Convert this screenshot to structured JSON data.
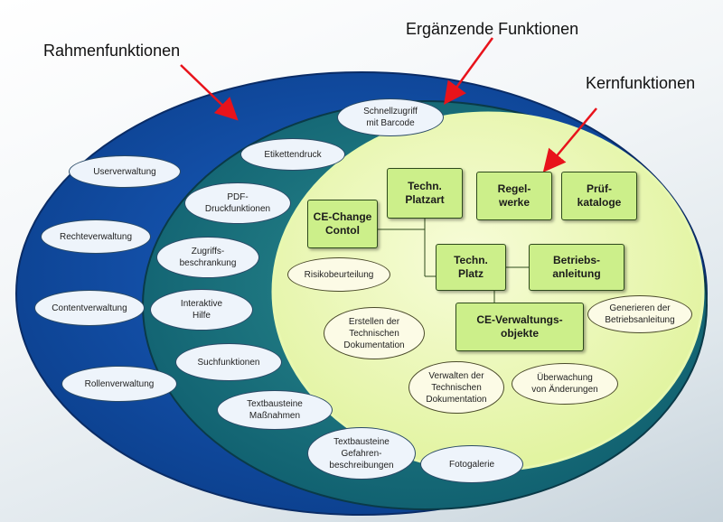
{
  "labels": {
    "rahmen": "Rahmenfunktionen",
    "ergaenzend": "Ergänzende Funktionen",
    "kern": "Kernfunktionen"
  },
  "outer_items": [
    "Userverwaltung",
    "Rechteverwaltung",
    "Contentverwaltung",
    "Rollenverwaltung"
  ],
  "middle_items": [
    "Schnellzugriff\nmit Barcode",
    "Etikettendruck",
    "PDF-\nDruckfunktionen",
    "Zugriffs-\nbeschrankung",
    "Interaktive\nHilfe",
    "Suchfunktionen",
    "Textbausteine\nMaßnahmen",
    "Textbausteine\nGefahren-\nbeschreibungen",
    "Fotogalerie"
  ],
  "core_boxes": {
    "platzart": "Techn.\nPlatzart",
    "regelwerke": "Regel-\nwerke",
    "pruefkataloge": "Prüf-\nkataloge",
    "ce_change": "CE-Change\nContol",
    "platz": "Techn.\nPlatz",
    "betriebsanleitung": "Betriebs-\nanleitung",
    "ce_objekte": "CE-Verwaltungs-\nobjekte"
  },
  "core_ovals": {
    "risiko": "Risikobeurteilung",
    "erstellen": "Erstellen der\nTechnischen\nDokumentation",
    "verwalten": "Verwalten der\nTechnischen\nDokumentation",
    "ueberwachung": "Überwachung\nvon Änderungen",
    "generieren": "Generieren der\nBetriebsanleitung"
  },
  "colors": {
    "outer": "#0e4aa0",
    "middle": "#1a7480",
    "core": "#e7f6ab",
    "arrow": "#e8131b"
  }
}
